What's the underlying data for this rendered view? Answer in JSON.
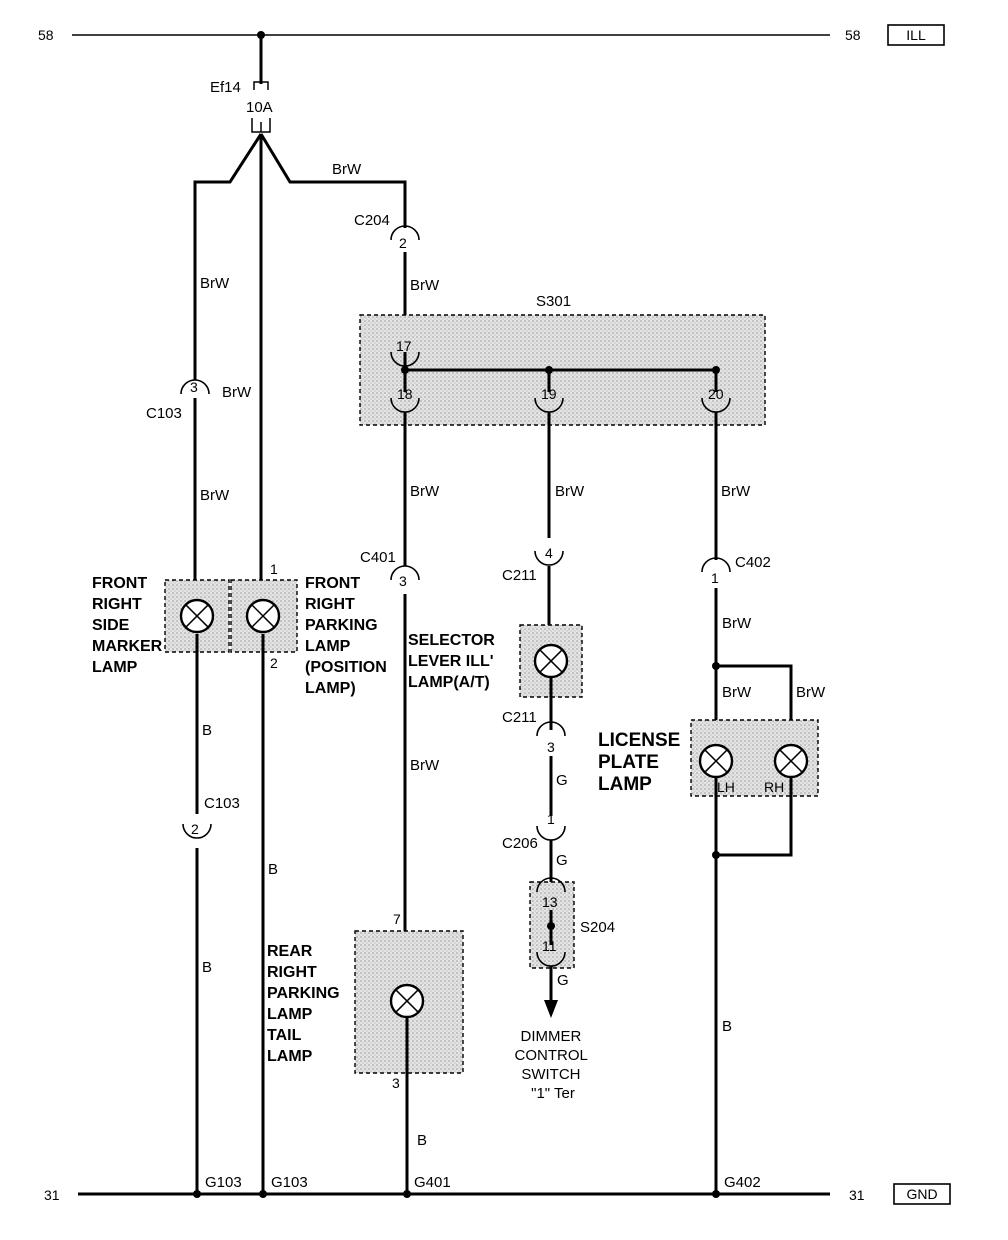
{
  "rails": {
    "top_left": "58",
    "top_right": "58",
    "top_tag": "ILL",
    "bottom_left": "31",
    "bottom_right": "31",
    "bottom_tag": "GND"
  },
  "fuse": {
    "name": "Ef14",
    "rating": "10A"
  },
  "wires": {
    "brw": "BrW",
    "b": "B",
    "g": "G"
  },
  "connectors": {
    "c204": "C204",
    "c204_pin": "2",
    "c103": "C103",
    "c103_pin_top": "3",
    "c103_pin_bottom": "2",
    "c401": "C401",
    "c401_pin": "3",
    "c211": "C211",
    "c211_pin_top": "4",
    "c211_pin_bottom": "3",
    "c206": "C206",
    "c206_pin": "1",
    "c402": "C402",
    "c402_pin": "1"
  },
  "splices": {
    "s301": "S301",
    "s301_pins": [
      "17",
      "18",
      "19",
      "20"
    ],
    "s204": "S204",
    "s204_pins": [
      "13",
      "11"
    ]
  },
  "lamps": {
    "front_side_marker": [
      "FRONT",
      "RIGHT",
      "SIDE",
      "MARKER",
      "LAMP"
    ],
    "front_parking": [
      "FRONT",
      "RIGHT",
      "PARKING",
      "LAMP",
      "(POSITION",
      "LAMP)"
    ],
    "front_parking_pin_top": "1",
    "front_parking_pin_bottom": "2",
    "selector": [
      "SELECTOR",
      "LEVER ILL'",
      "LAMP(A/T)"
    ],
    "license": [
      "LICENSE",
      "PLATE",
      "LAMP"
    ],
    "license_lh": "LH",
    "license_rh": "RH",
    "rear_parking": [
      "REAR",
      "RIGHT",
      "PARKING",
      "LAMP",
      "TAIL",
      "LAMP"
    ],
    "rear_pin_top": "7",
    "rear_pin_bottom": "3"
  },
  "grounds": {
    "g103a": "G103",
    "g103b": "G103",
    "g401": "G401",
    "g402": "G402"
  },
  "dimmer": [
    "DIMMER",
    "CONTROL",
    "SWITCH",
    "\"1\" Ter"
  ]
}
